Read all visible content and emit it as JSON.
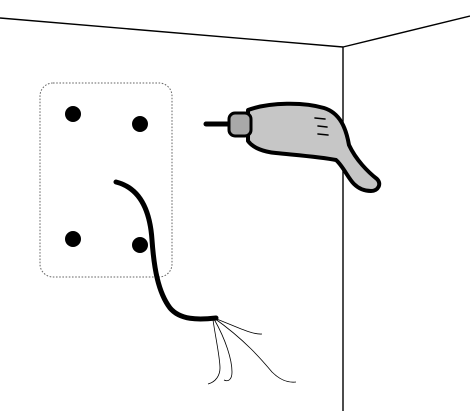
{
  "scene": {
    "icons": [
      "wall-corner",
      "mounting-template",
      "drill-hole-marks",
      "cable",
      "electric-drill"
    ],
    "colors": {
      "background": "#ffffff",
      "line": "#000000",
      "drill_body": "#c6c6c6",
      "drill_chuck": "#a9a9a9",
      "template_border": "#666666"
    },
    "drill_hole_count": 4
  }
}
